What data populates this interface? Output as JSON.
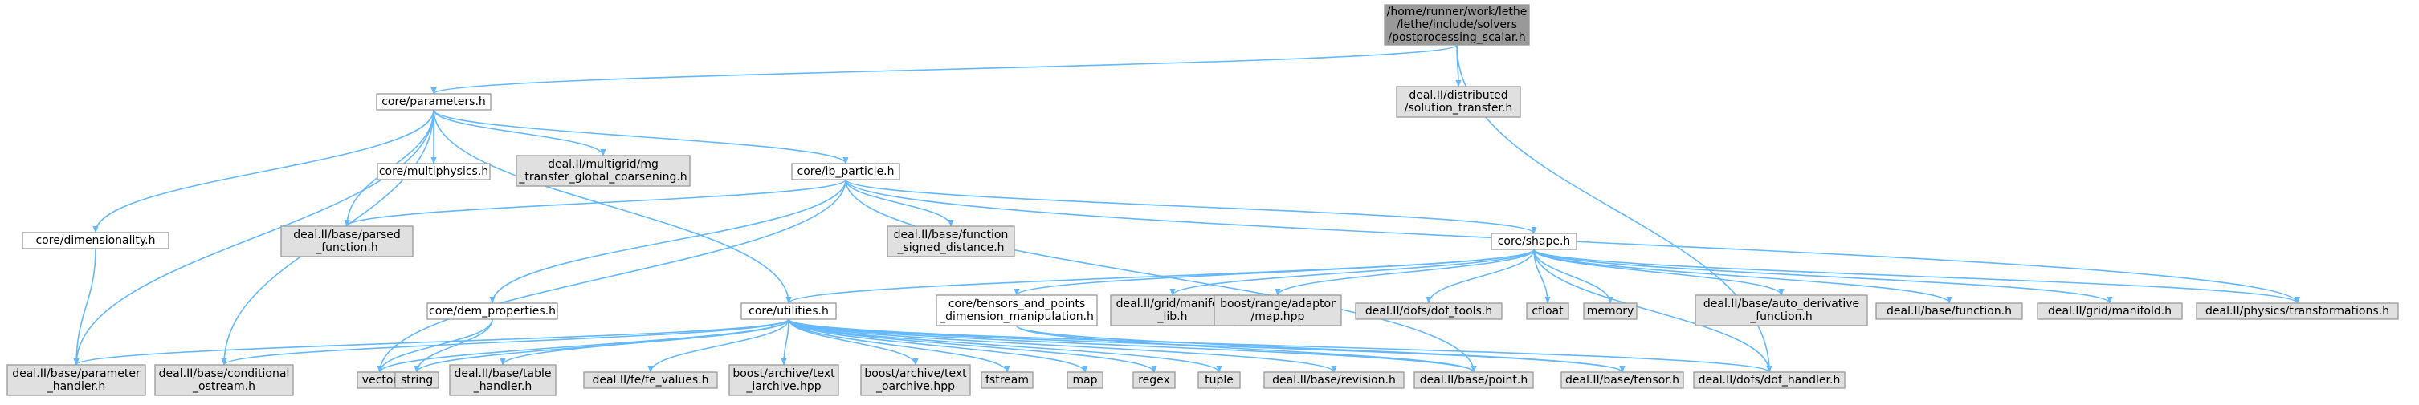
{
  "colors": {
    "edge": "#63b8ff",
    "node_border": "#999999",
    "node_fill_root": "#999999",
    "node_fill_documented": "#ffffff",
    "node_fill_external": "#e0e0e0",
    "text": "#000000"
  },
  "nodes": [
    {
      "id": "root",
      "kind": "root",
      "lines": [
        "/home/runner/work/lethe",
        "/lethe/include/solvers",
        "/postprocessing_scalar.h"
      ]
    },
    {
      "id": "parameters",
      "kind": "documented",
      "lines": [
        "core/parameters.h"
      ]
    },
    {
      "id": "solution_transfer",
      "kind": "external",
      "lines": [
        "deal.II/distributed",
        "/solution_transfer.h"
      ]
    },
    {
      "id": "dimensionality",
      "kind": "documented",
      "lines": [
        "core/dimensionality.h"
      ]
    },
    {
      "id": "multiphysics",
      "kind": "documented",
      "lines": [
        "core/multiphysics.h"
      ]
    },
    {
      "id": "mg_transfer",
      "kind": "external",
      "lines": [
        "deal.II/multigrid/mg",
        "_transfer_global_coarsening.h"
      ]
    },
    {
      "id": "ib_particle",
      "kind": "documented",
      "lines": [
        "core/ib_particle.h"
      ]
    },
    {
      "id": "parsed_function",
      "kind": "external",
      "lines": [
        "deal.II/base/parsed",
        "_function.h"
      ]
    },
    {
      "id": "function_signed_distance",
      "kind": "external",
      "lines": [
        "deal.II/base/function",
        "_signed_distance.h"
      ]
    },
    {
      "id": "shape",
      "kind": "documented",
      "lines": [
        "core/shape.h"
      ]
    },
    {
      "id": "dem_properties",
      "kind": "documented",
      "lines": [
        "core/dem_properties.h"
      ]
    },
    {
      "id": "utilities",
      "kind": "documented",
      "lines": [
        "core/utilities.h"
      ]
    },
    {
      "id": "tensors_points",
      "kind": "documented",
      "lines": [
        "core/tensors_and_points",
        "_dimension_manipulation.h"
      ]
    },
    {
      "id": "manifold_lib",
      "kind": "external",
      "lines": [
        "deal.II/grid/manifold",
        "_lib.h"
      ]
    },
    {
      "id": "adaptor_map",
      "kind": "external",
      "lines": [
        "boost/range/adaptor",
        "/map.hpp"
      ]
    },
    {
      "id": "dof_tools",
      "kind": "external",
      "lines": [
        "deal.II/dofs/dof_tools.h"
      ]
    },
    {
      "id": "cfloat",
      "kind": "external",
      "lines": [
        "cfloat"
      ]
    },
    {
      "id": "memory",
      "kind": "external",
      "lines": [
        "memory"
      ]
    },
    {
      "id": "auto_derivative",
      "kind": "external",
      "lines": [
        "deal.II/base/auto_derivative",
        "_function.h"
      ]
    },
    {
      "id": "base_function",
      "kind": "external",
      "lines": [
        "deal.II/base/function.h"
      ]
    },
    {
      "id": "grid_manifold",
      "kind": "external",
      "lines": [
        "deal.II/grid/manifold.h"
      ]
    },
    {
      "id": "transformations",
      "kind": "external",
      "lines": [
        "deal.II/physics/transformations.h"
      ]
    },
    {
      "id": "parameter_handler",
      "kind": "external",
      "lines": [
        "deal.II/base/parameter",
        "_handler.h"
      ]
    },
    {
      "id": "conditional_ostream",
      "kind": "external",
      "lines": [
        "deal.II/base/conditional",
        "_ostream.h"
      ]
    },
    {
      "id": "vector",
      "kind": "external",
      "lines": [
        "vector"
      ]
    },
    {
      "id": "string",
      "kind": "external",
      "lines": [
        "string"
      ]
    },
    {
      "id": "table_handler",
      "kind": "external",
      "lines": [
        "deal.II/base/table",
        "_handler.h"
      ]
    },
    {
      "id": "fe_values",
      "kind": "external",
      "lines": [
        "deal.II/fe/fe_values.h"
      ]
    },
    {
      "id": "text_iarchive",
      "kind": "external",
      "lines": [
        "boost/archive/text",
        "_iarchive.hpp"
      ]
    },
    {
      "id": "text_oarchive",
      "kind": "external",
      "lines": [
        "boost/archive/text",
        "_oarchive.hpp"
      ]
    },
    {
      "id": "fstream",
      "kind": "external",
      "lines": [
        "fstream"
      ]
    },
    {
      "id": "map",
      "kind": "external",
      "lines": [
        "map"
      ]
    },
    {
      "id": "regex",
      "kind": "external",
      "lines": [
        "regex"
      ]
    },
    {
      "id": "tuple",
      "kind": "external",
      "lines": [
        "tuple"
      ]
    },
    {
      "id": "revision",
      "kind": "external",
      "lines": [
        "deal.II/base/revision.h"
      ]
    },
    {
      "id": "point",
      "kind": "external",
      "lines": [
        "deal.II/base/point.h"
      ]
    },
    {
      "id": "tensor",
      "kind": "external",
      "lines": [
        "deal.II/base/tensor.h"
      ]
    },
    {
      "id": "dof_handler",
      "kind": "external",
      "lines": [
        "deal.II/dofs/dof_handler.h"
      ]
    }
  ],
  "edges": [
    [
      "root",
      "parameters"
    ],
    [
      "root",
      "solution_transfer"
    ],
    [
      "root",
      "dof_handler"
    ],
    [
      "parameters",
      "dimensionality"
    ],
    [
      "parameters",
      "multiphysics"
    ],
    [
      "parameters",
      "mg_transfer"
    ],
    [
      "parameters",
      "ib_particle"
    ],
    [
      "parameters",
      "parsed_function"
    ],
    [
      "parameters",
      "utilities"
    ],
    [
      "parameters",
      "parameter_handler"
    ],
    [
      "parameters",
      "conditional_ostream"
    ],
    [
      "dimensionality",
      "parameter_handler"
    ],
    [
      "ib_particle",
      "parsed_function"
    ],
    [
      "ib_particle",
      "function_signed_distance"
    ],
    [
      "ib_particle",
      "shape"
    ],
    [
      "ib_particle",
      "dem_properties"
    ],
    [
      "ib_particle",
      "vector"
    ],
    [
      "ib_particle",
      "point"
    ],
    [
      "ib_particle",
      "transformations"
    ],
    [
      "shape",
      "utilities"
    ],
    [
      "shape",
      "tensors_points"
    ],
    [
      "shape",
      "manifold_lib"
    ],
    [
      "shape",
      "adaptor_map"
    ],
    [
      "shape",
      "dof_tools"
    ],
    [
      "shape",
      "cfloat"
    ],
    [
      "shape",
      "memory"
    ],
    [
      "shape",
      "auto_derivative"
    ],
    [
      "shape",
      "base_function"
    ],
    [
      "shape",
      "grid_manifold"
    ],
    [
      "shape",
      "transformations"
    ],
    [
      "shape",
      "dof_handler"
    ],
    [
      "dem_properties",
      "vector"
    ],
    [
      "dem_properties",
      "string"
    ],
    [
      "tensors_points",
      "point"
    ],
    [
      "tensors_points",
      "tensor"
    ],
    [
      "utilities",
      "parameter_handler"
    ],
    [
      "utilities",
      "conditional_ostream"
    ],
    [
      "utilities",
      "vector"
    ],
    [
      "utilities",
      "string"
    ],
    [
      "utilities",
      "table_handler"
    ],
    [
      "utilities",
      "fe_values"
    ],
    [
      "utilities",
      "text_iarchive"
    ],
    [
      "utilities",
      "text_oarchive"
    ],
    [
      "utilities",
      "fstream"
    ],
    [
      "utilities",
      "map"
    ],
    [
      "utilities",
      "regex"
    ],
    [
      "utilities",
      "tuple"
    ],
    [
      "utilities",
      "revision"
    ],
    [
      "utilities",
      "point"
    ],
    [
      "utilities",
      "tensor"
    ],
    [
      "utilities",
      "dof_handler"
    ]
  ]
}
